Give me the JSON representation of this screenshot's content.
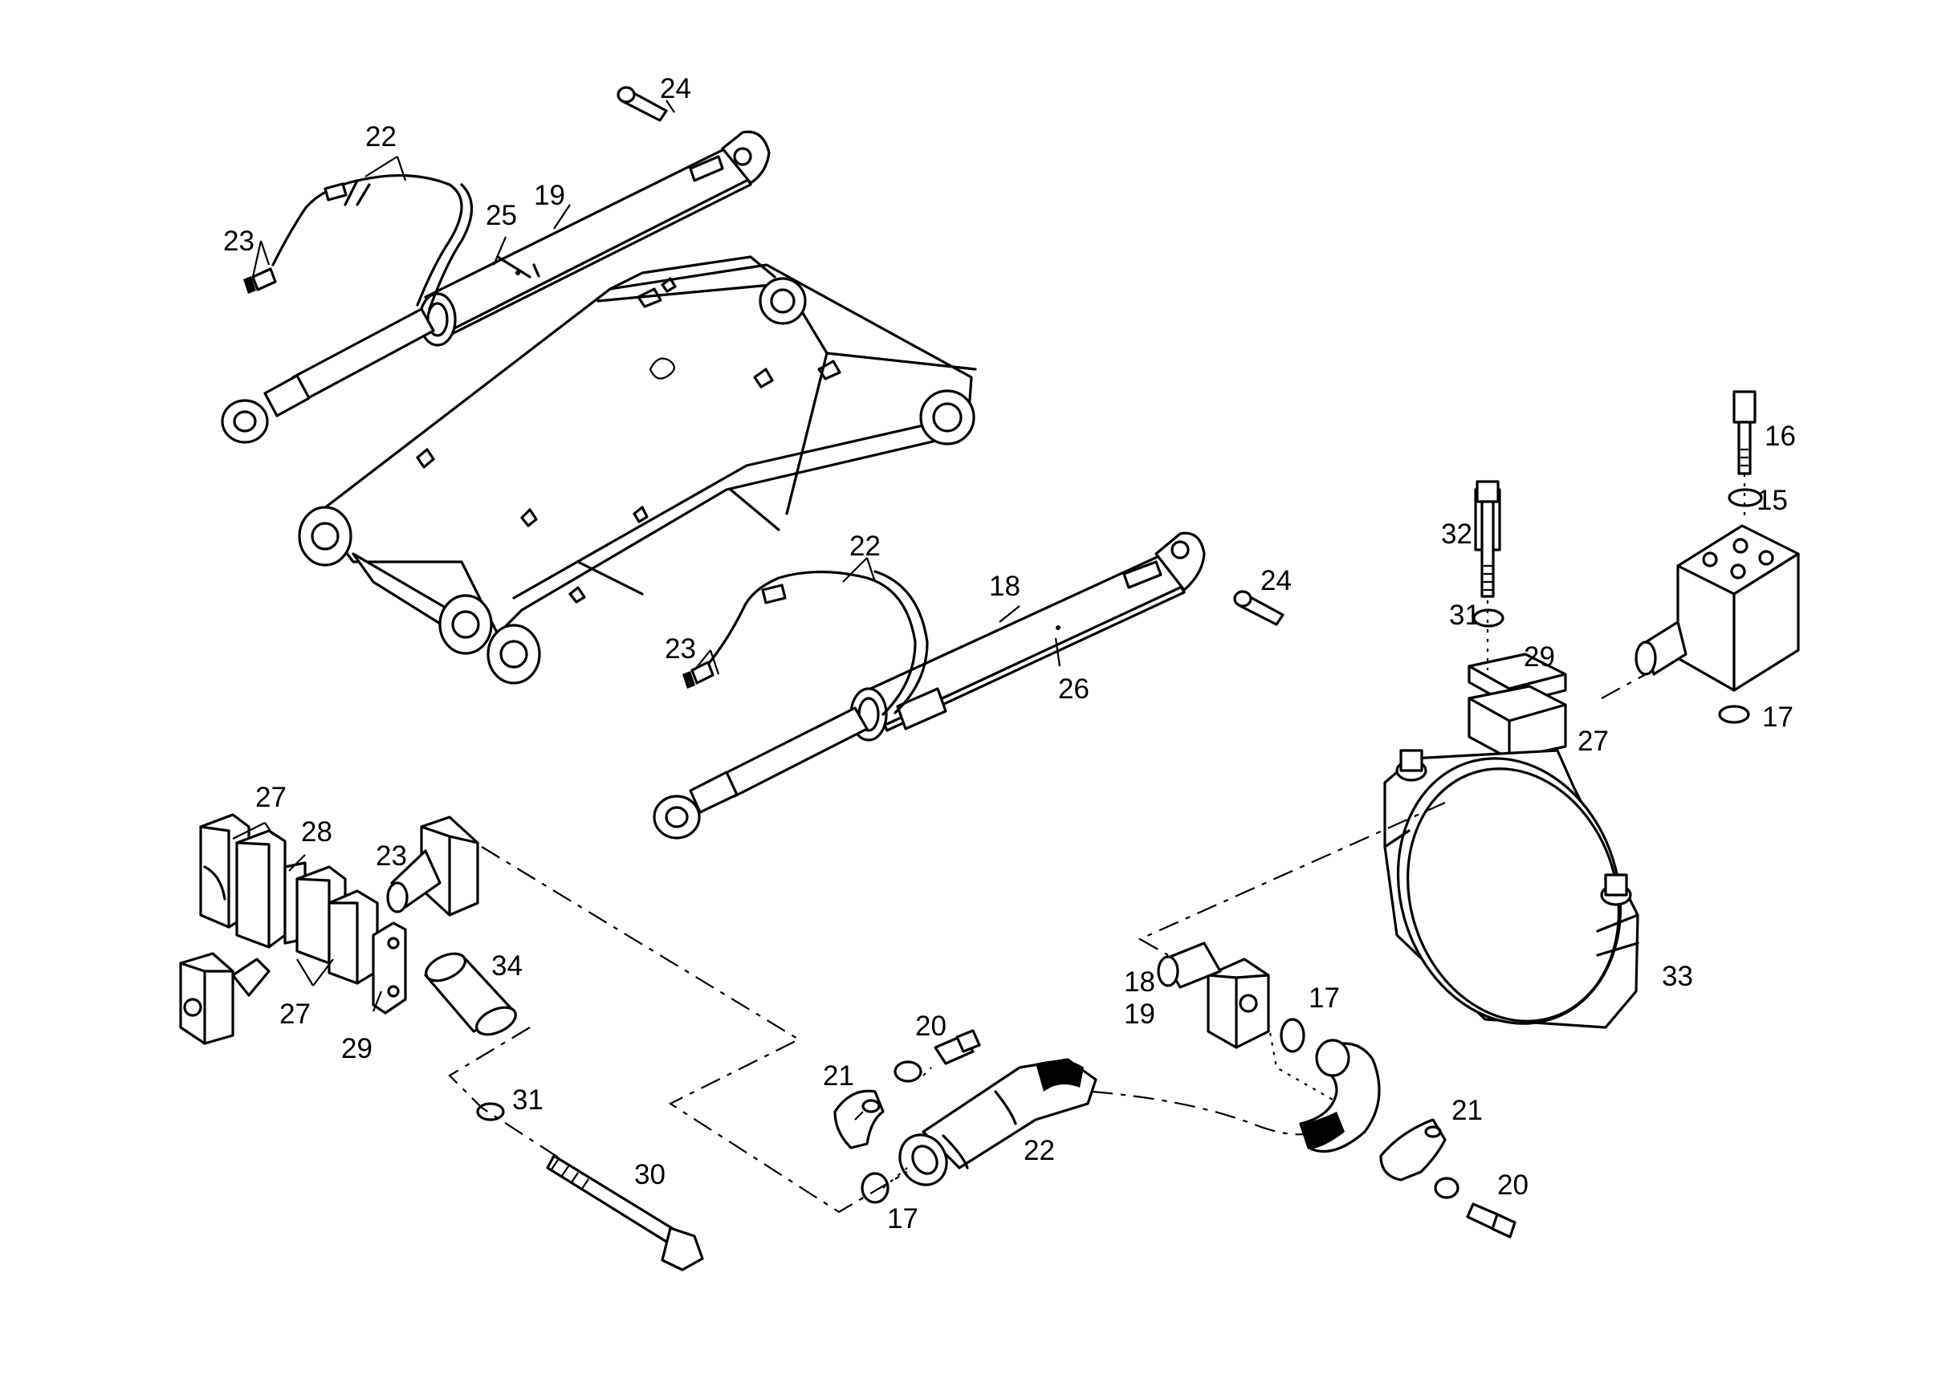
{
  "diagram": {
    "line_color": "#000000",
    "background": "#ffffff",
    "labels": {
      "l24a": "24",
      "l22a": "22",
      "l19": "19",
      "l25": "25",
      "l23a": "23",
      "l22b": "22",
      "l18a": "18",
      "l24b": "24",
      "l23b": "23",
      "l26": "26",
      "l16": "16",
      "l15": "15",
      "l32": "32",
      "l31a": "31",
      "l29a": "29",
      "l27a": "27",
      "l17a": "17",
      "l27b": "27",
      "l28": "28",
      "l23c": "23",
      "l34": "34",
      "l27c": "27",
      "l29b": "29",
      "l31b": "31",
      "l30": "30",
      "l20a": "20",
      "l21a": "21",
      "l22c": "22",
      "l17b": "17",
      "l18b": "18",
      "l19b": "19",
      "l17c": "17",
      "l33": "33",
      "l21b": "21",
      "l20b": "20"
    }
  }
}
